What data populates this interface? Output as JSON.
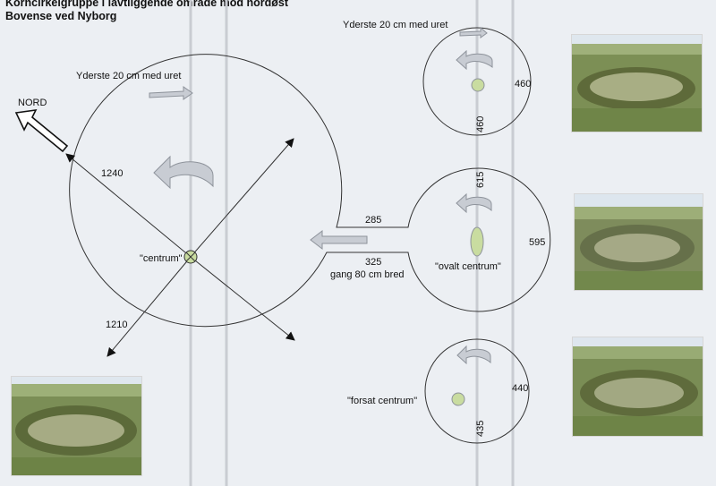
{
  "header": {
    "title": "Korncirkelgruppe i lavtliggende område mod nordøst",
    "subtitle": "Bovense ved Nyborg"
  },
  "compass": {
    "label": "NORD"
  },
  "main_circle": {
    "rotation_label": "Yderste 20 cm med uret",
    "center_label": "\"centrum\"",
    "diameter_a": "1240",
    "diameter_b": "1210"
  },
  "path": {
    "top_label": "285",
    "bottom_label": "325",
    "width_label": "gang 80 cm bred"
  },
  "small_circles": [
    {
      "rotation_label": "Yderste 20 cm med uret",
      "center_label": "",
      "dim_right": "460",
      "dim_vertical": "460"
    },
    {
      "rotation_label": "",
      "center_label": "\"ovalt centrum\"",
      "dim_right": "595",
      "dim_vertical": "615"
    },
    {
      "rotation_label": "",
      "center_label": "\"forsat centrum\"",
      "dim_right": "440",
      "dim_vertical": "435"
    }
  ],
  "colors": {
    "paper": "#eceff3",
    "line": "#333333",
    "arrow_fill": "#c8ccd3",
    "center_fill": "#c9dca0",
    "guide": "#c9ccd2"
  }
}
